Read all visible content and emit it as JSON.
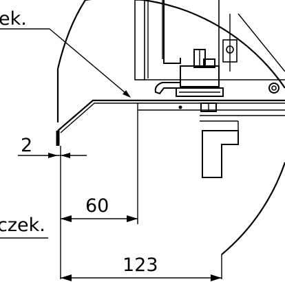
{
  "labels": {
    "top_note": "ek.",
    "side_note": "czek."
  },
  "dimensions": {
    "d_small": "2",
    "d_mid": "60",
    "d_large": "123"
  },
  "colors": {
    "line": "#000000",
    "background": "#ffffff"
  }
}
